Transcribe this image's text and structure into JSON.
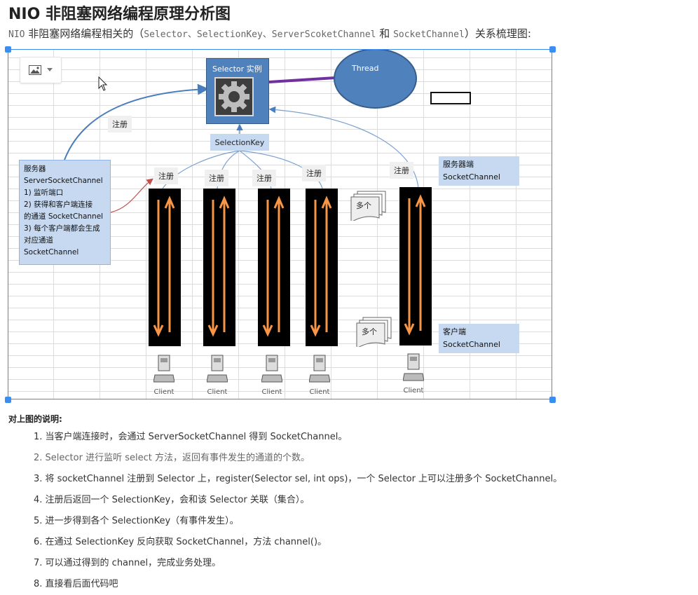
{
  "header": {
    "title": "NIO 非阻塞网络编程原理分析图",
    "subtitle_prefix": "NIO",
    "subtitle_cn1": " 非阻塞网络编程相关的（",
    "subtitle_code": "Selector、SelectionKey、ServerScoketChannel",
    "subtitle_cn2": " 和 ",
    "subtitle_code2": "SocketChannel",
    "subtitle_cn3": "）关系梳理图:"
  },
  "diagram": {
    "selector_label": "Selector 实例",
    "thread_label": "Thread",
    "selection_key_label": "SelectionKey",
    "register_label": "注册",
    "server_box": {
      "lines": [
        "服务器",
        "ServerSocketChannel",
        "1) 监听端口",
        "2) 获得和客户端连接",
        "的通道 SocketChannel",
        "3) 每个客户端都会生成",
        "对应通道",
        "SocketChannel"
      ]
    },
    "server_side_box": {
      "line1": "服务器端",
      "line2": "SocketChannel"
    },
    "client_side_box": {
      "line1": "客户端",
      "line2": "SocketChannel"
    },
    "multi_label": "多个",
    "client_label": "Client",
    "colors": {
      "box_blue": "#4f81bd",
      "light_blue": "#c6d9f1",
      "arrow_orange": "#f79646",
      "thread_line": "#7030a0"
    }
  },
  "notes": {
    "heading": "对上图的说明:",
    "items": [
      "1. 当客户端连接时，会通过 ServerSocketChannel 得到 SocketChannel。",
      "2. Selector 进行监听 select 方法，返回有事件发生的通道的个数。",
      "3. 将 socketChannel 注册到 Selector 上，register(Selector sel, int ops)，一个 Selector 上可以注册多个 SocketChannel。",
      "4. 注册后返回一个 SelectionKey，会和该 Selector 关联（集合）。",
      "5. 进一步得到各个 SelectionKey（有事件发生）。",
      "6. 在通过 SelectionKey 反向获取 SocketChannel，方法 channel()。",
      "7. 可以通过得到的 channel，完成业务处理。",
      "8. 直接看后面代码吧"
    ]
  }
}
